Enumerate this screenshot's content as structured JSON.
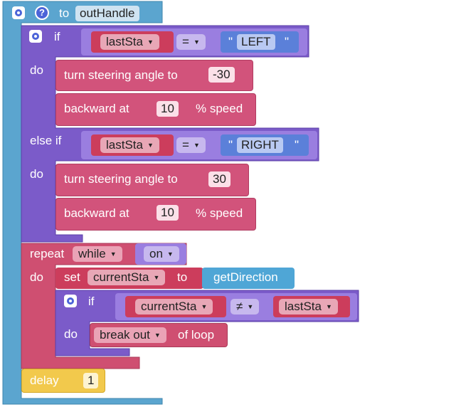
{
  "colors": {
    "procedure": "#5ba5cf",
    "logic": "#7b5bc9",
    "logic_dark": "#5b3fa8",
    "drive": "#d2537b",
    "variable": "#cc3d5c",
    "text": "#5b80d9",
    "loop": "#cf4f71",
    "wait": "#f2c94c",
    "sensor": "#4fa6d6"
  },
  "procedure": {
    "to_label": "to",
    "name": "outHandle",
    "help_icon": "?"
  },
  "if_block": {
    "if_label": "if",
    "do_label": "do",
    "elseif_label": "else if",
    "cond1": {
      "var": "lastSta",
      "op": "=",
      "quote_open": "\"",
      "value": "LEFT",
      "quote_close": "\""
    },
    "do1": [
      {
        "label": "turn steering angle to",
        "value": "-30"
      },
      {
        "label": "backward at",
        "value": "10",
        "suffix": "% speed"
      }
    ],
    "cond2": {
      "var": "lastSta",
      "op": "=",
      "quote_open": "\"",
      "value": "RIGHT",
      "quote_close": "\""
    },
    "do2": [
      {
        "label": "turn steering angle to",
        "value": "30"
      },
      {
        "label": "backward at",
        "value": "10",
        "suffix": "% speed"
      }
    ]
  },
  "repeat_block": {
    "repeat_label": "repeat",
    "mode": "while",
    "cond": "on",
    "do_label": "do",
    "set": {
      "set_label": "set",
      "var": "currentSta",
      "to_label": "to",
      "func": "getDirection"
    },
    "inner_if": {
      "if_label": "if",
      "do_label": "do",
      "left": "currentSta",
      "op": "≠",
      "right": "lastSta",
      "break": {
        "option": "break out",
        "suffix": "of loop"
      }
    }
  },
  "delay": {
    "label": "delay",
    "value": "1"
  }
}
